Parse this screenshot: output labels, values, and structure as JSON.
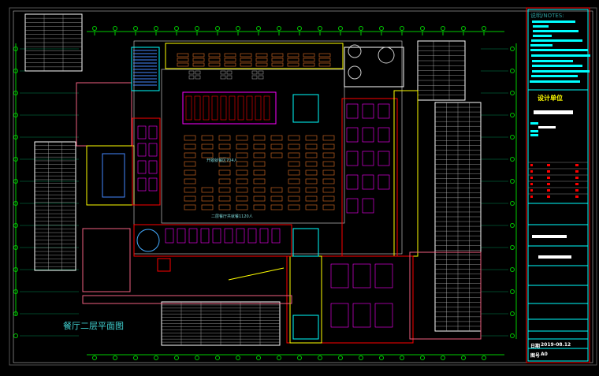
{
  "drawing": {
    "title": "餐厅二层平面图",
    "seating_open_area": "开敞就餐区704人",
    "seating_total": "二层餐厅共就餐1120人"
  },
  "title_block": {
    "notes_heading": "说明/NOTES:",
    "design_unit": "设计单位",
    "date_label": "日期",
    "date_value": "2019-08.12",
    "sheet_label": "图号",
    "sheet_value": "A0"
  },
  "colors": {
    "background": "#000000",
    "cyan": "#00ffff",
    "yellow": "#ffff00",
    "red": "#ff0000",
    "furniture": "#c06020",
    "magenta": "#ff00ff",
    "white": "#ffffff"
  }
}
